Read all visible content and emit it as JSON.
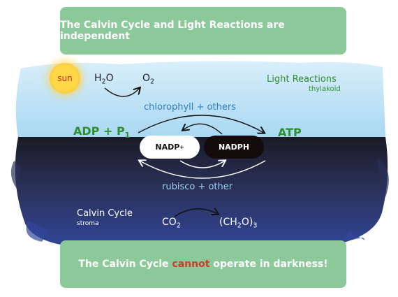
{
  "banners": {
    "top": "The Calvin Cycle and Light Reactions are independent",
    "bottom_prefix": "The Calvin Cycle ",
    "bottom_highlight": "cannot",
    "bottom_suffix": " operate in darkness!"
  },
  "sun": {
    "label": "sun"
  },
  "light_reactions": {
    "title": "Light Reactions",
    "location": "thylakoid",
    "reactant_main": "H",
    "reactant_sub": "2",
    "reactant_tail": "O",
    "product_main": "O",
    "product_sub": "2"
  },
  "upper_pathway": {
    "label": "chlorophyll + others"
  },
  "lower_pathway": {
    "label": "rubisco + other"
  },
  "energy": {
    "adp_main": "ADP + P",
    "adp_sub": "1",
    "atp": "ATP",
    "nadp_main": "NADP",
    "nadp_sup": "+",
    "nadph": "NADPH"
  },
  "calvin_cycle": {
    "title": "Calvin Cycle",
    "location": "stroma",
    "co2_main": "CO",
    "co2_sub": "2",
    "sugar_a": "(CH",
    "sugar_sub": "2",
    "sugar_b": "O)",
    "sugar_n": "3"
  },
  "colors": {
    "banner": "#8cc99a",
    "sky": "#a9d8f2",
    "night": "#1e2340",
    "stroma": "#2c3d8c",
    "highlight": "#d43a2a"
  }
}
